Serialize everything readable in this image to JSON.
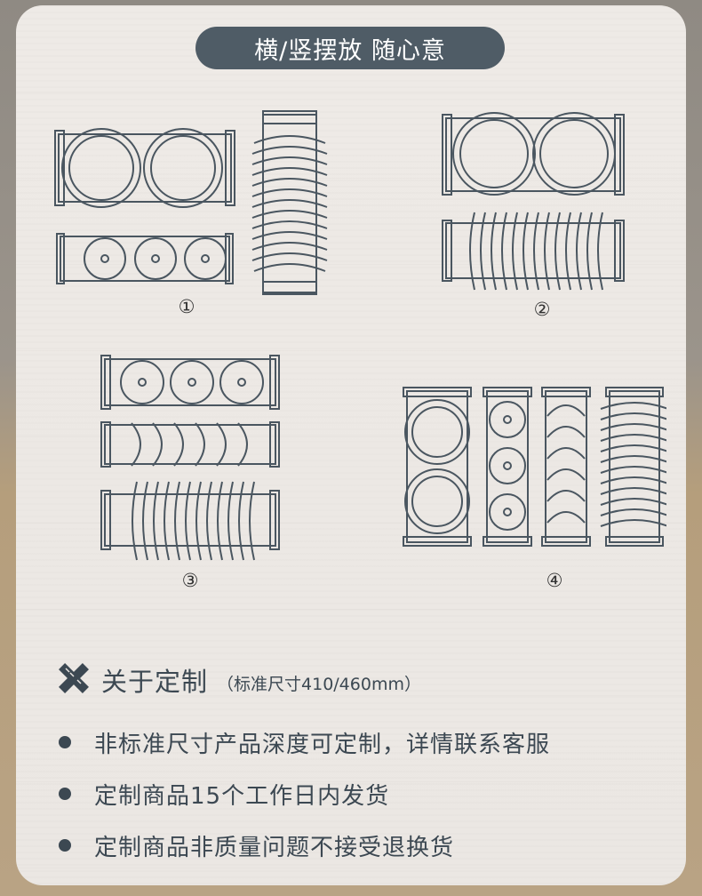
{
  "title": "横/竖摆放 随心意",
  "layouts": [
    {
      "label": "①"
    },
    {
      "label": "②"
    },
    {
      "label": "③"
    },
    {
      "label": "④"
    }
  ],
  "custom": {
    "heading": "关于定制",
    "note": "（标准尺寸410/460mm）",
    "icon": "pencil-ruler-icon"
  },
  "bullets": [
    "非标准尺寸产品深度可定制，详情联系客服",
    "定制商品15个工作日内发货",
    "定制商品非质量问题不接受退换货"
  ],
  "colors": {
    "pill": "#4f5c66",
    "text": "#3c4852",
    "line": "#4a5660"
  }
}
